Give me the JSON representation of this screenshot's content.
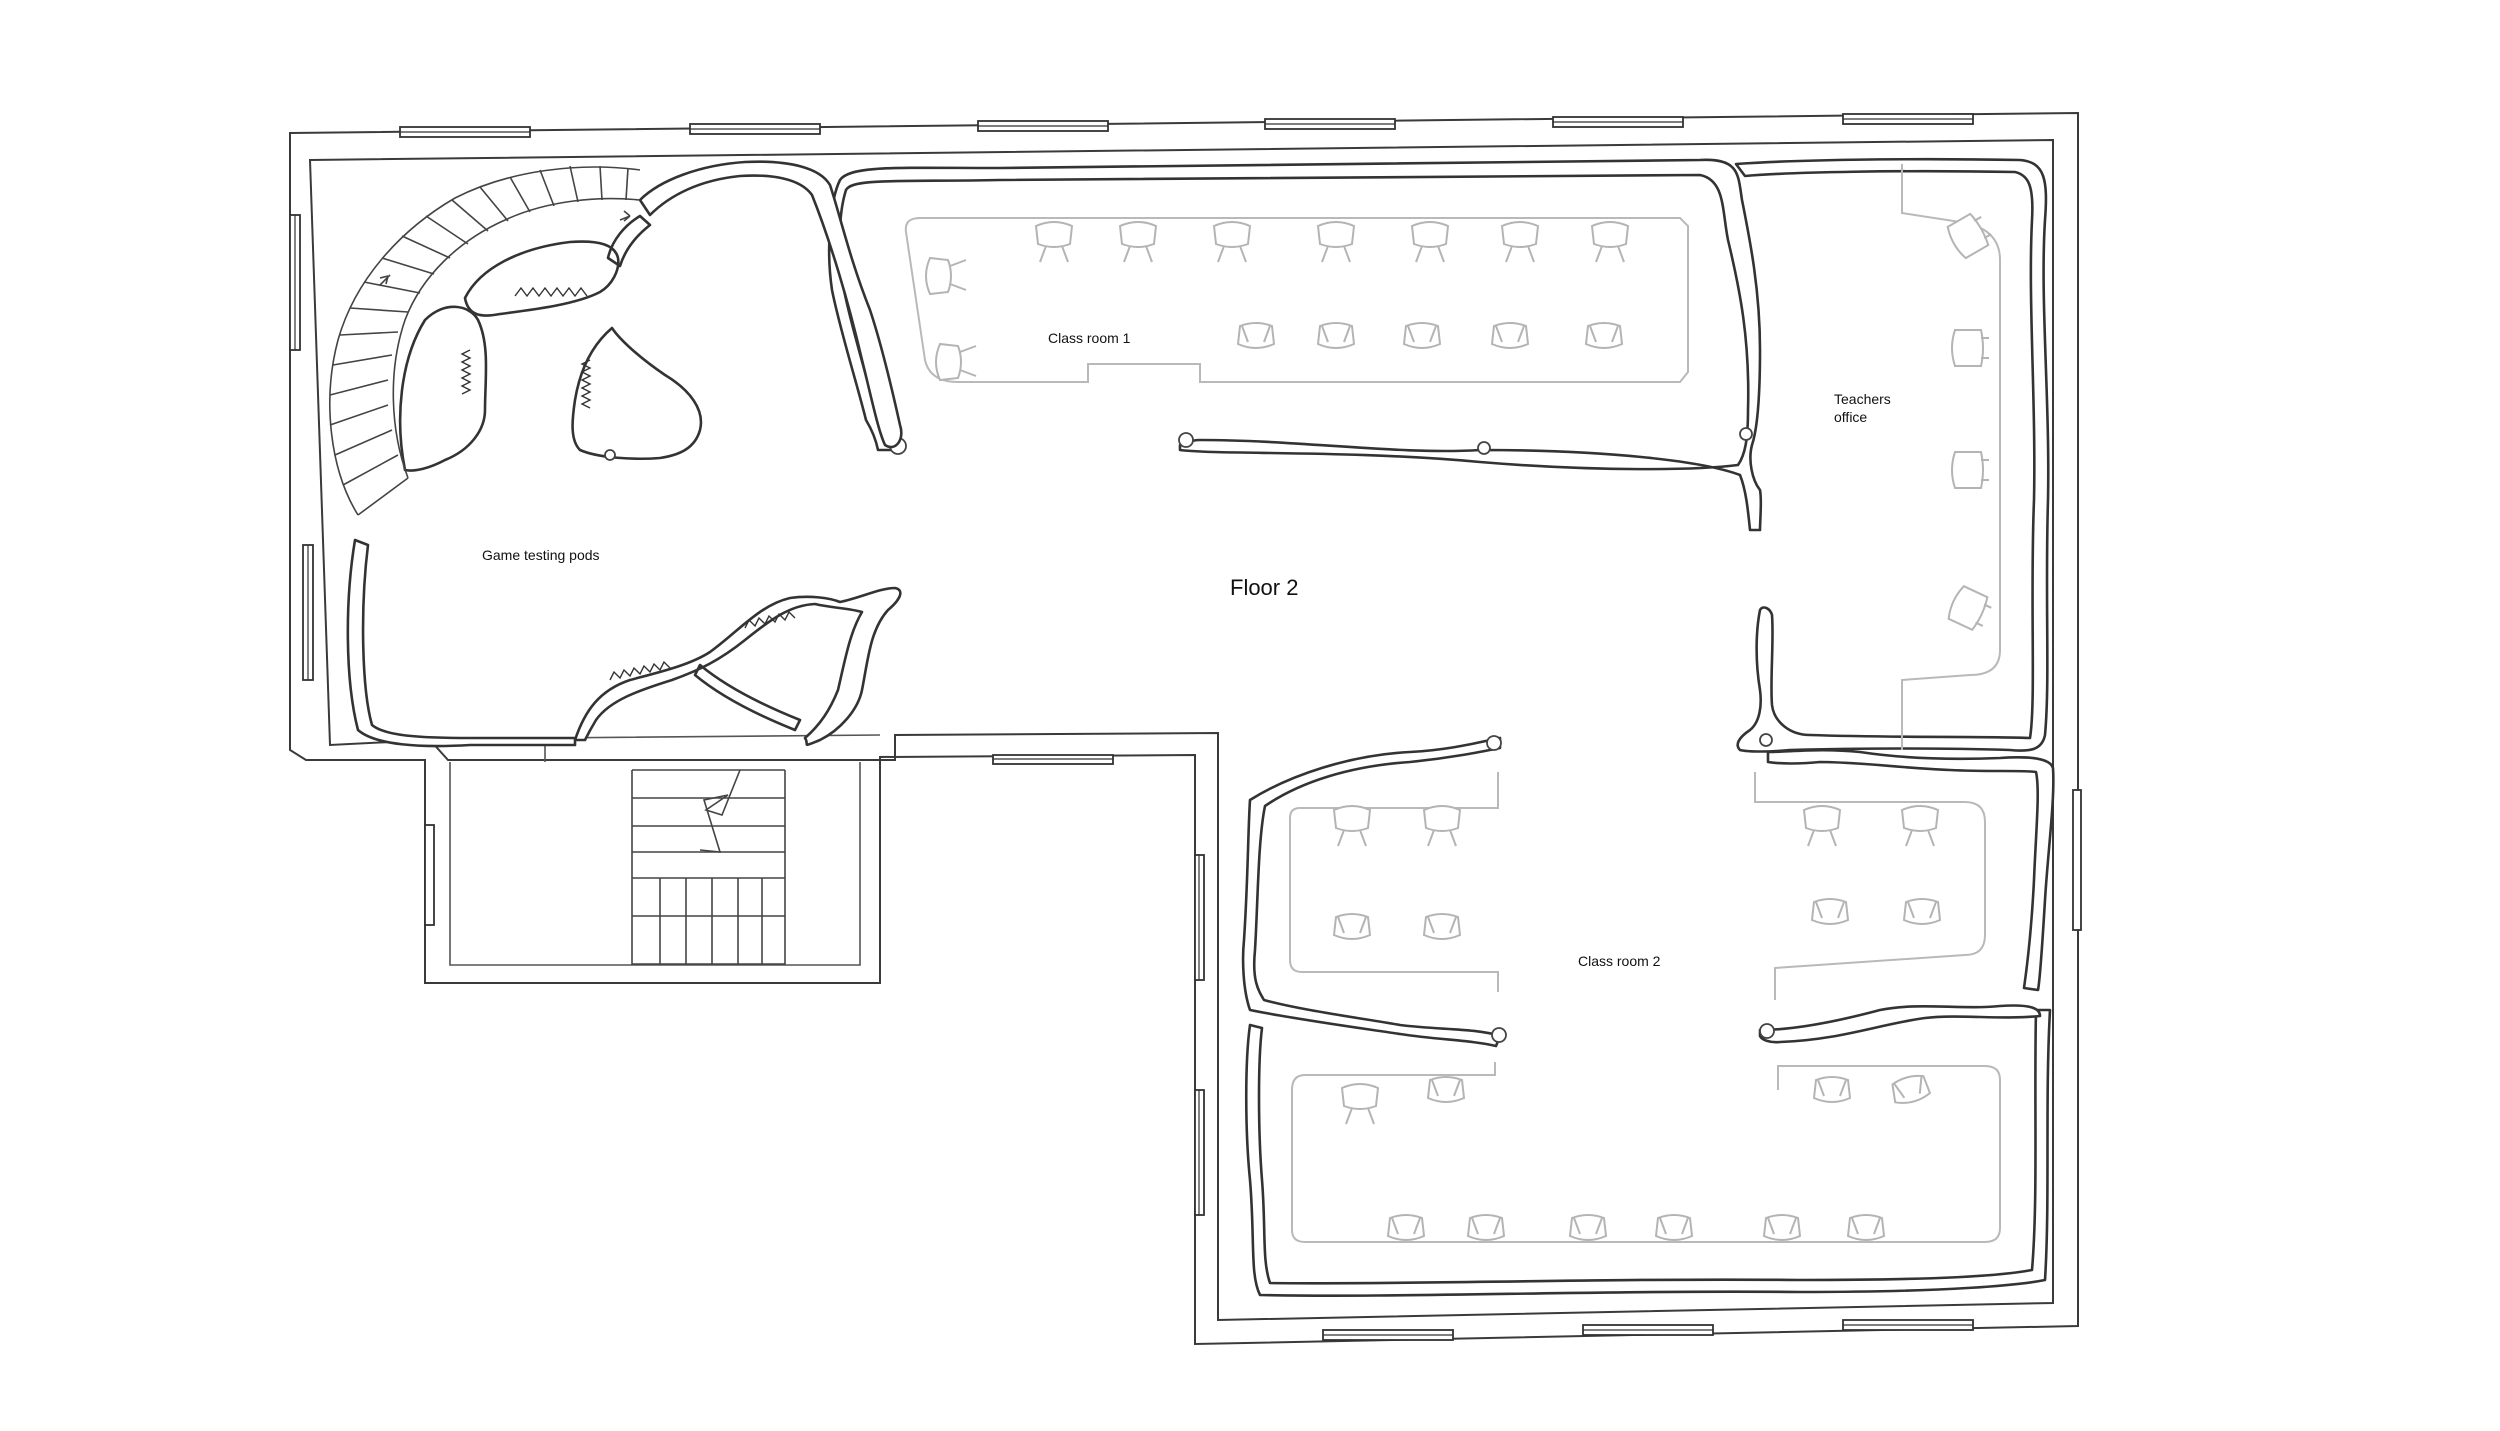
{
  "labels": {
    "floor_title": "Floor 2",
    "class_room_1": "Class room 1",
    "class_room_2": "Class room 2",
    "teachers_office_line1": "Teachers",
    "teachers_office_line2": "office",
    "game_testing_pods": "Game testing pods"
  },
  "colors": {
    "wall": "#3a3a3a",
    "furniture": "#b9b9b9",
    "background": "#ffffff"
  }
}
